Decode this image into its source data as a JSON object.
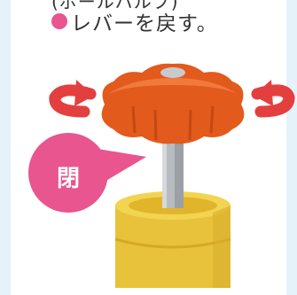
{
  "caption_top_partial": "(ボールバルブ)",
  "caption": "レバーを戻す。",
  "badge_label": "閉",
  "icons": {
    "bullet": "pink-circle-bullet",
    "left_arrow": "rotate-left-arrow-icon",
    "right_arrow": "rotate-right-arrow-icon"
  },
  "colors": {
    "background": "#e6f2fa",
    "panel": "#ffffff",
    "accent_pink": "#e8558f",
    "arrow_red": "#e43f3f",
    "knob_orange": "#e25a1c",
    "stem_gray": "#b8bcc0",
    "base_yellow": "#e8c23a"
  }
}
